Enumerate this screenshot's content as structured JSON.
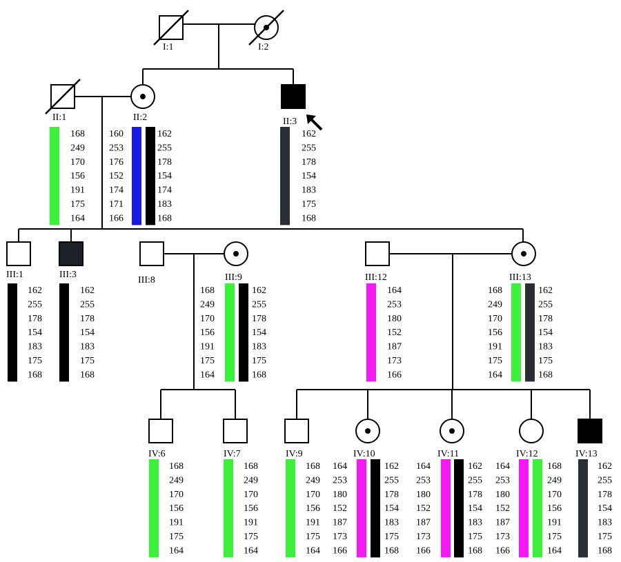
{
  "colors": {
    "green": "#3cf03c",
    "blue": "#1a1ae6",
    "black": "#000000",
    "darkgray": "#2a2e33",
    "magenta": "#f219f2",
    "line": "#000000"
  },
  "individuals": [
    {
      "id": "I:1",
      "sex": "male",
      "affected": false,
      "carrier": false,
      "deceased": true
    },
    {
      "id": "I:2",
      "sex": "female",
      "affected": false,
      "carrier": true,
      "deceased": true
    },
    {
      "id": "II:1",
      "sex": "male",
      "affected": false,
      "carrier": false,
      "deceased": true
    },
    {
      "id": "II:2",
      "sex": "female",
      "affected": false,
      "carrier": true,
      "deceased": false
    },
    {
      "id": "II:3",
      "sex": "male",
      "affected": true,
      "carrier": false,
      "deceased": false,
      "proband": true
    },
    {
      "id": "III:1",
      "sex": "male",
      "affected": false,
      "carrier": false,
      "deceased": false
    },
    {
      "id": "III:3",
      "sex": "male",
      "affected": true,
      "carrier": false,
      "deceased": false
    },
    {
      "id": "III:8",
      "sex": "male",
      "affected": false,
      "carrier": false,
      "deceased": false
    },
    {
      "id": "III:9",
      "sex": "female",
      "affected": false,
      "carrier": true,
      "deceased": false
    },
    {
      "id": "III:12",
      "sex": "male",
      "affected": false,
      "carrier": false,
      "deceased": false
    },
    {
      "id": "III:13",
      "sex": "female",
      "affected": false,
      "carrier": true,
      "deceased": false
    },
    {
      "id": "IV:6",
      "sex": "male",
      "affected": false,
      "carrier": false,
      "deceased": false
    },
    {
      "id": "IV:7",
      "sex": "male",
      "affected": false,
      "carrier": false,
      "deceased": false
    },
    {
      "id": "IV:9",
      "sex": "male",
      "affected": false,
      "carrier": false,
      "deceased": false
    },
    {
      "id": "IV:10",
      "sex": "female",
      "affected": false,
      "carrier": true,
      "deceased": false
    },
    {
      "id": "IV:11",
      "sex": "female",
      "affected": false,
      "carrier": true,
      "deceased": false
    },
    {
      "id": "IV:12",
      "sex": "female",
      "affected": false,
      "carrier": false,
      "deceased": false
    },
    {
      "id": "IV:13",
      "sex": "male",
      "affected": true,
      "carrier": false,
      "deceased": false
    }
  ],
  "haplotypes": {
    "green": [
      "168",
      "249",
      "170",
      "156",
      "191",
      "175",
      "164"
    ],
    "blue": [
      "160",
      "253",
      "176",
      "152",
      "174",
      "171",
      "166"
    ],
    "risk": [
      "162",
      "255",
      "178",
      "154",
      "183",
      "175",
      "168"
    ],
    "iip2_right": [
      "162",
      "255",
      "178",
      "154",
      "174",
      "183",
      "168"
    ],
    "magenta": [
      "164",
      "253",
      "180",
      "152",
      "187",
      "173",
      "166"
    ]
  }
}
